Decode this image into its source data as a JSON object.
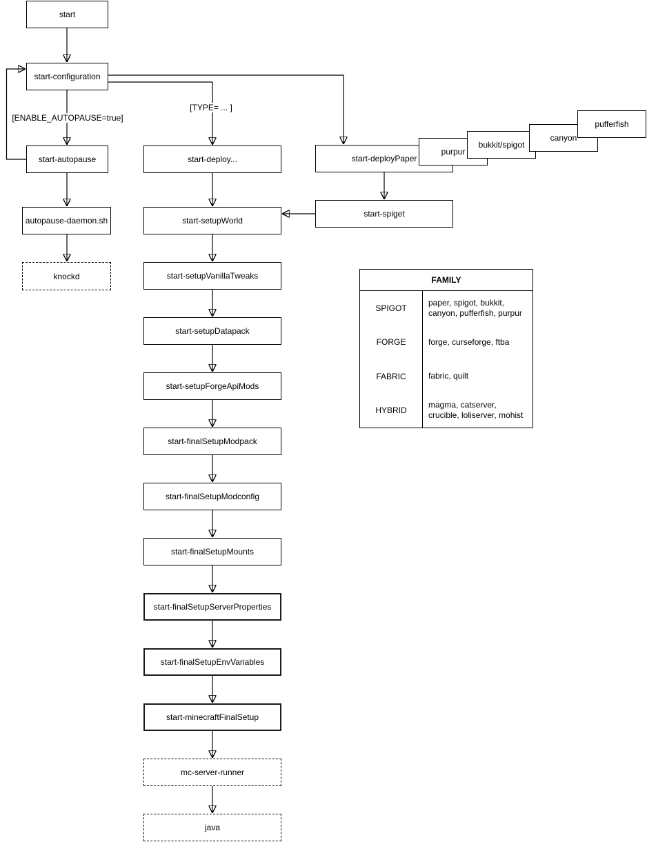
{
  "diagram": {
    "nodes": {
      "start": "start",
      "start_configuration": "start-configuration",
      "start_autopause": "start-autopause",
      "autopause_daemon": "autopause-daemon.sh",
      "knockd": "knockd",
      "start_deploy": "start-deploy...",
      "start_deploy_paper": "start-deployPaper",
      "purpur": "purpur",
      "bukkit_spigot": "bukkit/spigot",
      "canyon": "canyon",
      "pufferfish": "pufferfish",
      "start_spiget": "start-spiget",
      "start_setup_world": "start-setupWorld",
      "start_setup_vanilla_tweaks": "start-setupVanillaTweaks",
      "start_setup_datapack": "start-setupDatapack",
      "start_setup_forge_api_mods": "start-setupForgeApiMods",
      "start_final_setup_modpack": "start-finalSetupModpack",
      "start_final_setup_modconfig": "start-finalSetupModconfig",
      "start_final_setup_mounts": "start-finalSetupMounts",
      "start_final_setup_server_properties": "start-finalSetupServerProperties",
      "start_final_setup_env_variables": "start-finalSetupEnvVariables",
      "start_minecraft_final_setup": "start-minecraftFinalSetup",
      "mc_server_runner": "mc-server-runner",
      "java": "java"
    },
    "edge_labels": {
      "enable_autopause": "[ENABLE_AUTOPAUSE=true]",
      "type_condition": "[TYPE= ... ]"
    },
    "family_table": {
      "title": "FAMILY",
      "rows": [
        {
          "family": "SPIGOT",
          "members": "paper, spigot, bukkit, canyon, pufferfish, purpur"
        },
        {
          "family": "FORGE",
          "members": "forge, curseforge, ftba"
        },
        {
          "family": "FABRIC",
          "members": "fabric, quilt"
        },
        {
          "family": "HYBRID",
          "members": "magma, catserver, crucible, loliserver, mohist"
        }
      ]
    }
  }
}
